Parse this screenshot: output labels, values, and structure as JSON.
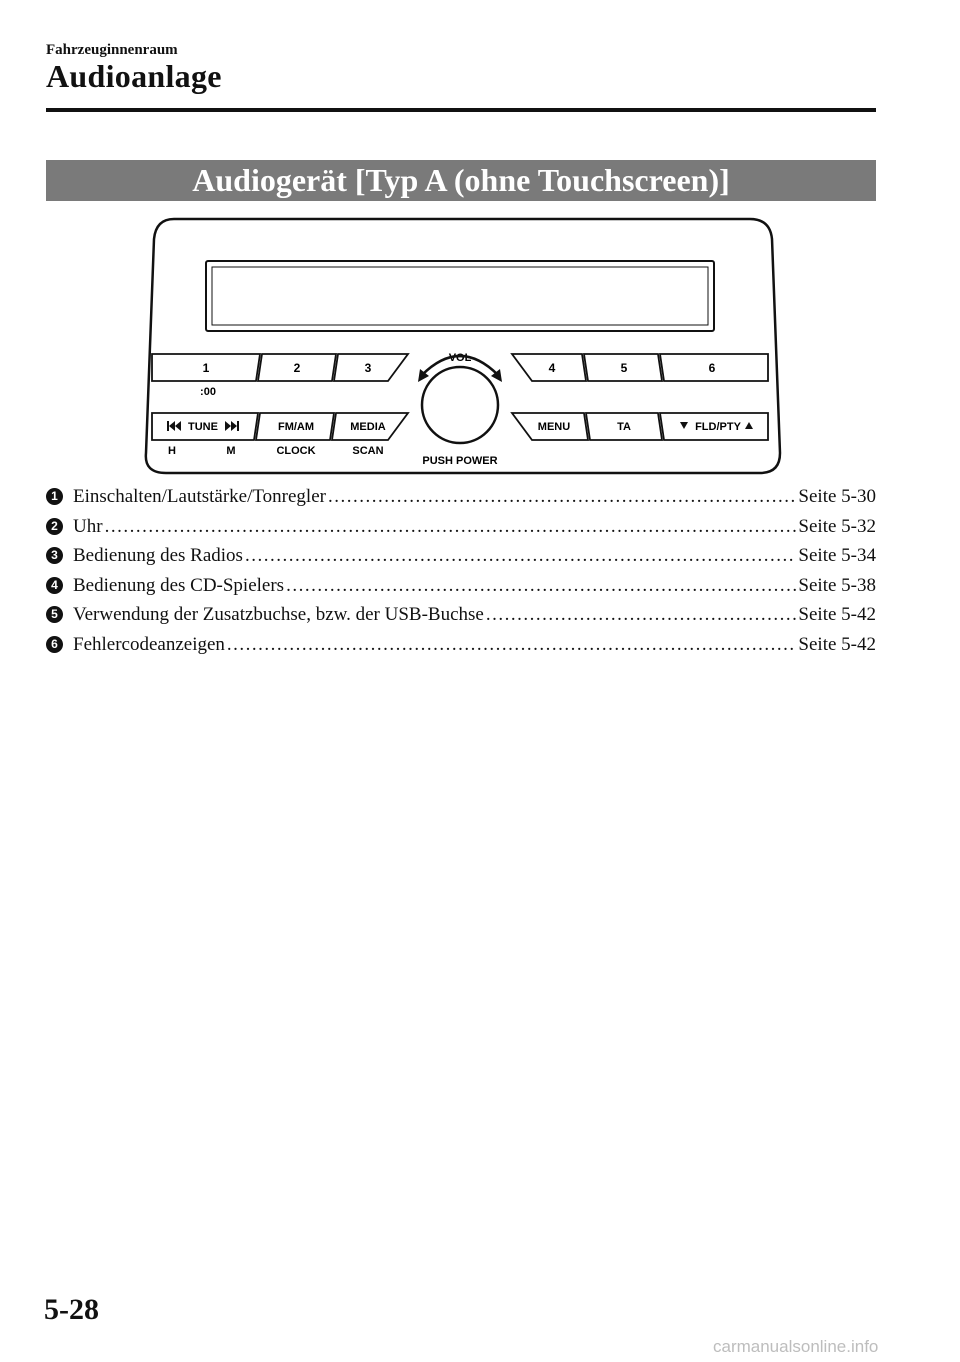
{
  "header": {
    "section": "Fahrzeuginnenraum",
    "chapter": "Audioanlage"
  },
  "banner": {
    "title": "Audiogerät [Typ A (ohne Touchscreen)]"
  },
  "device": {
    "buttons_top": [
      "1",
      "2",
      "3",
      "4",
      "5",
      "6"
    ],
    "buttons_bottom": [
      "TUNE",
      "FM/AM",
      "MEDIA",
      "MENU",
      "TA",
      "FLD/PTY"
    ],
    "sublabels": {
      "clock_minutes": ":00",
      "hour": "H",
      "minute": "M",
      "clock": "CLOCK",
      "scan": "SCAN"
    },
    "vol_label": "VOL",
    "push_power_label": "PUSH POWER"
  },
  "toc": [
    {
      "num": "1",
      "text": "Einschalten/Lautstärke/Tonregler",
      "page": "Seite 5-30"
    },
    {
      "num": "2",
      "text": "Uhr",
      "page": "Seite 5-32"
    },
    {
      "num": "3",
      "text": "Bedienung des Radios",
      "page": "Seite 5-34"
    },
    {
      "num": "4",
      "text": "Bedienung des CD-Spielers",
      "page": "Seite 5-38"
    },
    {
      "num": "5",
      "text": "Verwendung der Zusatzbuchse, bzw. der USB-Buchse",
      "page": "Seite 5-42"
    },
    {
      "num": "6",
      "text": "Fehlercodeanzeigen",
      "page": "Seite 5-42"
    }
  ],
  "footer": {
    "page_number": "5-28",
    "watermark": "carmanualsonline.info"
  }
}
